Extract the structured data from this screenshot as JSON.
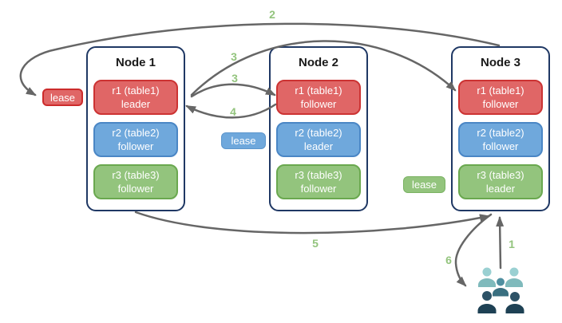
{
  "nodes": [
    {
      "title": "Node 1",
      "replicas": [
        {
          "name": "r1 (table1)",
          "role": "leader",
          "color": "#e06666"
        },
        {
          "name": "r2 (table2)",
          "role": "follower",
          "color": "#6fa8dc"
        },
        {
          "name": "r3 (table3)",
          "role": "follower",
          "color": "#93c47d"
        }
      ]
    },
    {
      "title": "Node 2",
      "replicas": [
        {
          "name": "r1 (table1)",
          "role": "follower",
          "color": "#e06666"
        },
        {
          "name": "r2 (table2)",
          "role": "leader",
          "color": "#6fa8dc"
        },
        {
          "name": "r3 (table3)",
          "role": "follower",
          "color": "#93c47d"
        }
      ]
    },
    {
      "title": "Node 3",
      "replicas": [
        {
          "name": "r1 (table1)",
          "role": "follower",
          "color": "#e06666"
        },
        {
          "name": "r2 (table2)",
          "role": "follower",
          "color": "#6fa8dc"
        },
        {
          "name": "r3 (table3)",
          "role": "leader",
          "color": "#93c47d"
        }
      ]
    }
  ],
  "leases": [
    {
      "label": "lease",
      "color": "#e06666"
    },
    {
      "label": "lease",
      "color": "#6fa8dc"
    },
    {
      "label": "lease",
      "color": "#93c47d"
    }
  ],
  "steps": [
    "1",
    "2",
    "3",
    "3",
    "4",
    "5",
    "6"
  ],
  "icons": {
    "users": "users-group-icon"
  },
  "colors": {
    "replica_red": "#e06666",
    "replica_red_border": "#cc3333",
    "replica_blue": "#6fa8dc",
    "replica_blue_border": "#4a86c5",
    "replica_green": "#93c47d",
    "replica_green_border": "#6aa84f",
    "node_border": "#1f3864",
    "arrow": "#666666",
    "step_label": "#93c47d",
    "users_light": "#9ad0d2",
    "users_medium": "#4f8fa0",
    "users_dark": "#2d5266",
    "users_darkest": "#1e4154"
  }
}
